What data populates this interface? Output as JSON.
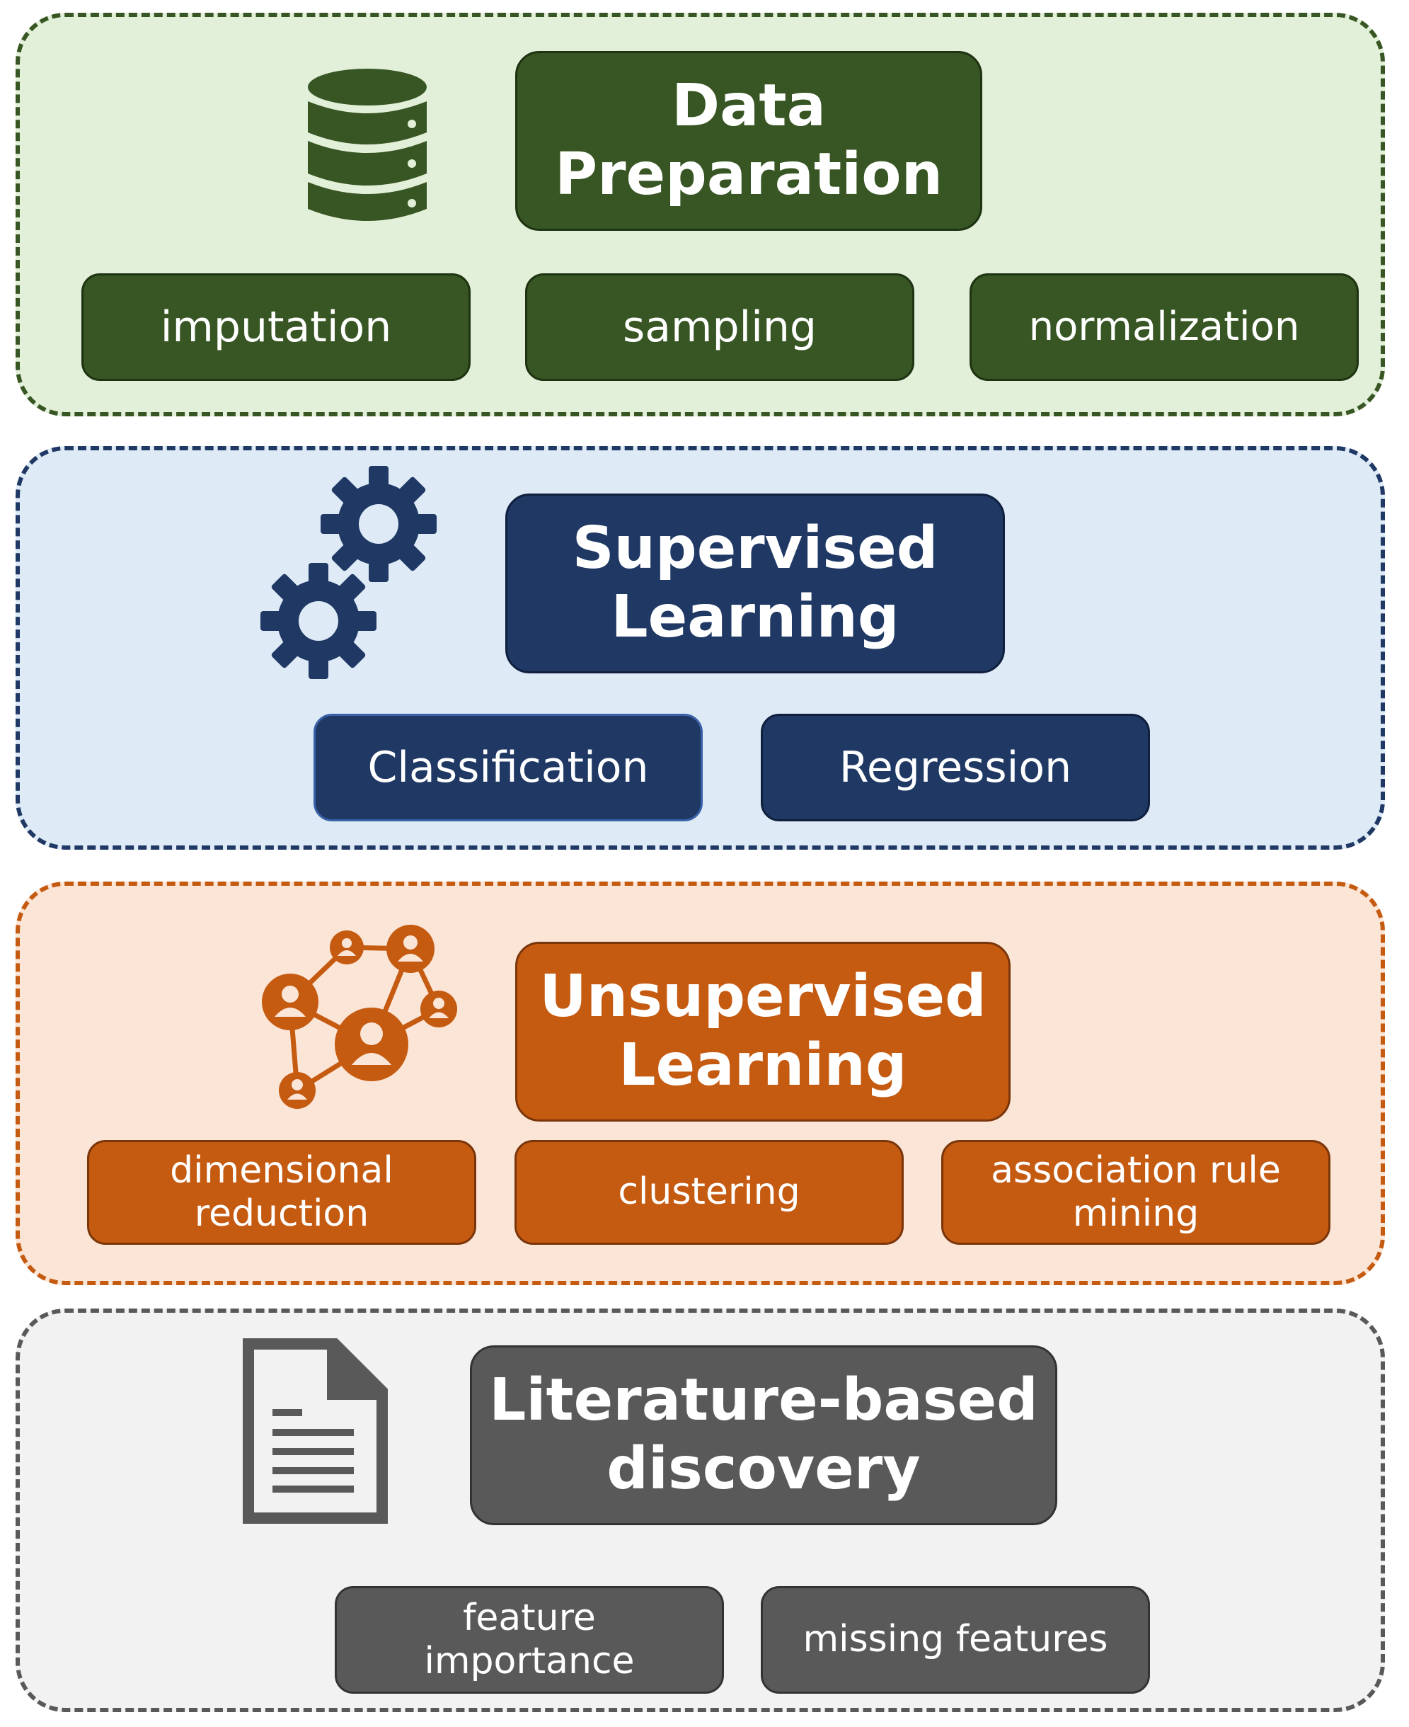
{
  "sections": [
    {
      "title": "Data Preparation",
      "icon": "database-icon",
      "color": "#375623",
      "items": [
        "imputation",
        "sampling",
        "normalization"
      ]
    },
    {
      "title": "Supervised Learning",
      "icon": "gears-icon",
      "color": "#1f3864",
      "items": [
        "Classification",
        "Regression"
      ]
    },
    {
      "title": "Unsupervised Learning",
      "icon": "network-icon",
      "color": "#c55a11",
      "items": [
        "dimensional reduction",
        "clustering",
        "association rule mining"
      ]
    },
    {
      "title": "Literature-based discovery",
      "icon": "document-icon",
      "color": "#595959",
      "items": [
        "feature importance",
        "missing features"
      ]
    }
  ]
}
